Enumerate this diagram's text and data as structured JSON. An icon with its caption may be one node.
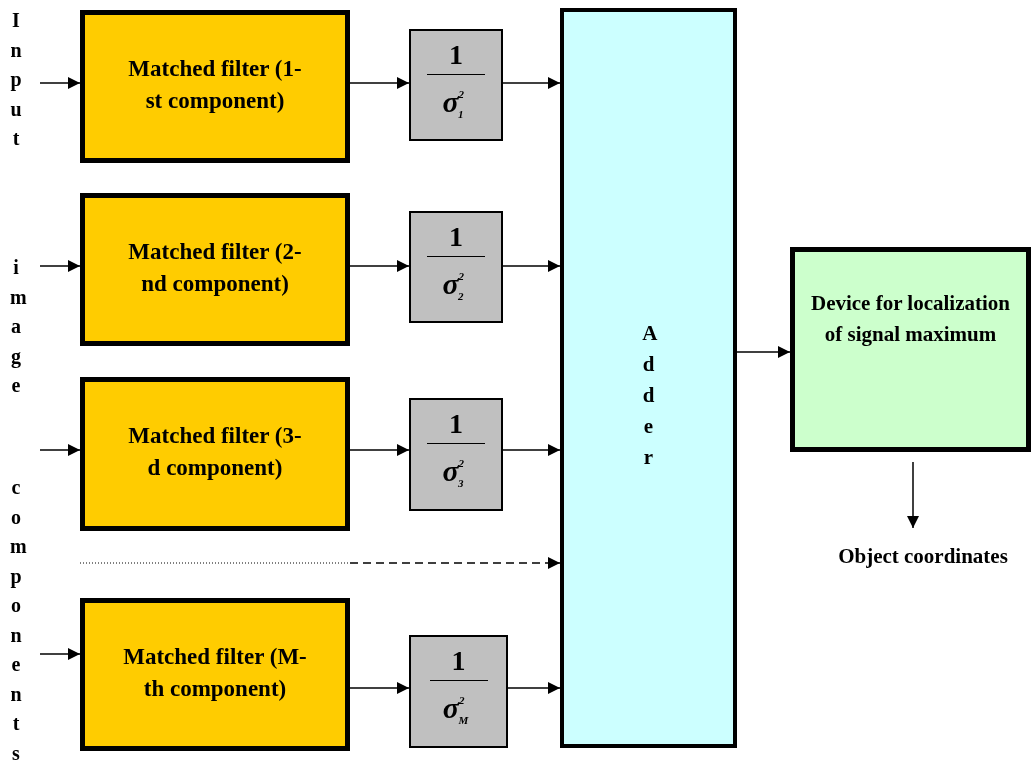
{
  "diagram": {
    "nodes": [
      {
        "text": [
          "Matched filter (1-st component)"
        ]
      },
      {
        "text": [
          "Matched filter (2-nd component)"
        ]
      },
      {
        "text": [
          "Matched filter (3-d component)"
        ]
      },
      {
        "text": [
          "Matched filter (M-th component)"
        ]
      },
      {
        "text": [
          "1",
          "σ$^{2}$$_{1}$"
        ]
      },
      {
        "text": [
          "1",
          "σ$^{2}$$_{2}$"
        ]
      },
      {
        "text": [
          "1",
          "σ$^{2}$$_{3}$"
        ]
      },
      {
        "text": [
          "1",
          "σ$^{2}$$_{M}$"
        ]
      },
      {
        "text": [
          "Adder"
        ]
      },
      {
        "text": [
          "Device for localization of signal maximum"
        ]
      },
      {
        "text": [
          "Object coordinates"
        ]
      }
    ],
    "edges": [
      {
        "from": null,
        "to": 0,
        "arrow": "to"
      },
      {
        "from": null,
        "to": 1,
        "arrow": "to"
      },
      {
        "from": null,
        "to": 2,
        "arrow": "to"
      },
      {
        "from": null,
        "to": 3,
        "arrow": "to"
      },
      {
        "from": 0,
        "to": 4,
        "arrow": "to"
      },
      {
        "from": 1,
        "to": 5,
        "arrow": "to"
      },
      {
        "from": 2,
        "to": 6,
        "arrow": "to"
      },
      {
        "from": 3,
        "to": 7,
        "arrow": "to"
      },
      {
        "from": 4,
        "to": 8,
        "arrow": "to"
      },
      {
        "from": 5,
        "to": 8,
        "arrow": "to"
      },
      {
        "from": 6,
        "to": 8,
        "arrow": "to"
      },
      {
        "from": 7,
        "to": 8,
        "arrow": "to"
      },
      {
        "from": null,
        "to": 8,
        "arrow": "to",
        "style": "dashed"
      },
      {
        "from": 8,
        "to": 9,
        "arrow": "to"
      },
      {
        "from": 9,
        "to": 10,
        "arrow": "to"
      }
    ],
    "labels": [
      "Input",
      "image",
      "components"
    ]
  }
}
